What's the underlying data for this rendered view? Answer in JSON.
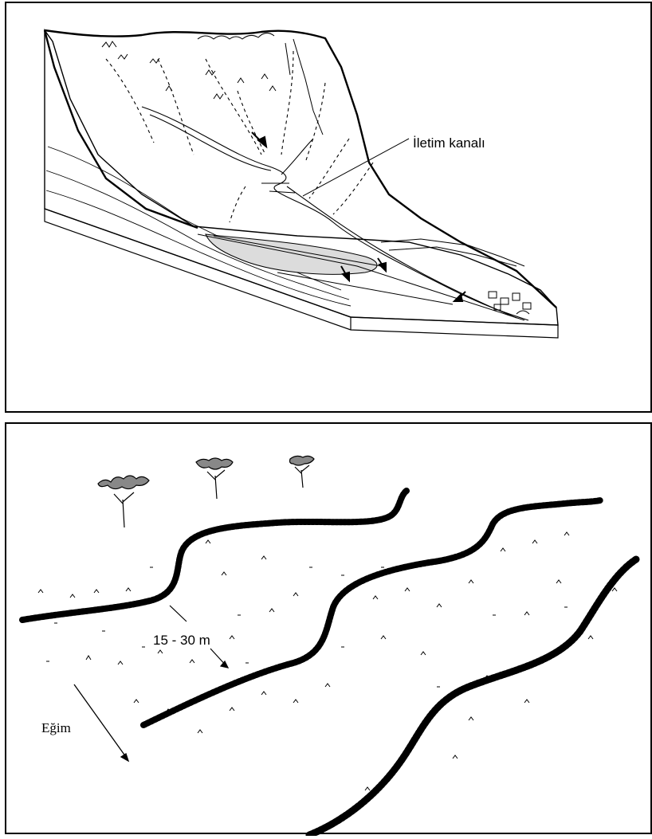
{
  "top_panel": {
    "channel_label": "İletim kanalı"
  },
  "bottom_panel": {
    "spacing_label": "15 - 30 m",
    "slope_label": "Eğim"
  }
}
